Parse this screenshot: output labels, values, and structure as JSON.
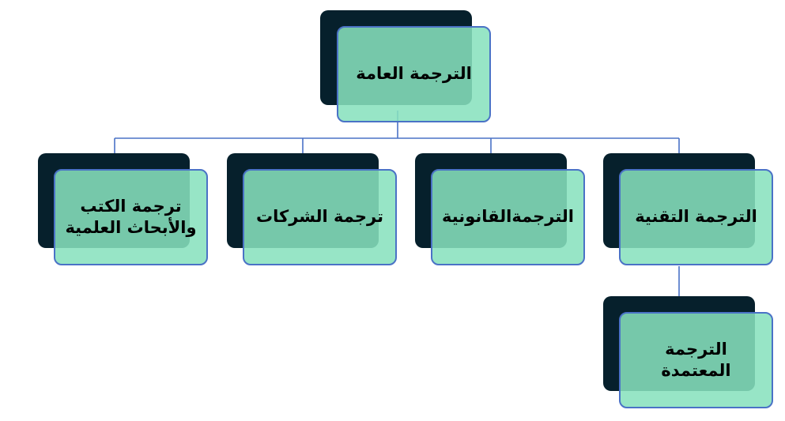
{
  "diagram": {
    "root": {
      "label": "الترجمة العامة"
    },
    "children": [
      {
        "id": "technical",
        "label": "الترجمة التقنية"
      },
      {
        "id": "legal",
        "label": "الترجمةالقانونية"
      },
      {
        "id": "companies",
        "label": "ترجمة الشركات"
      },
      {
        "id": "books",
        "label": "ترجمة الكتب والأبحاث العلمية"
      }
    ],
    "grandchild": {
      "parent": "technical",
      "label": "الترجمة المعتمدة"
    }
  },
  "colors": {
    "card_fill": "#88e1be",
    "card_border": "#4a72c6",
    "shadow": "#06202c",
    "connector": "#4a72c6"
  }
}
